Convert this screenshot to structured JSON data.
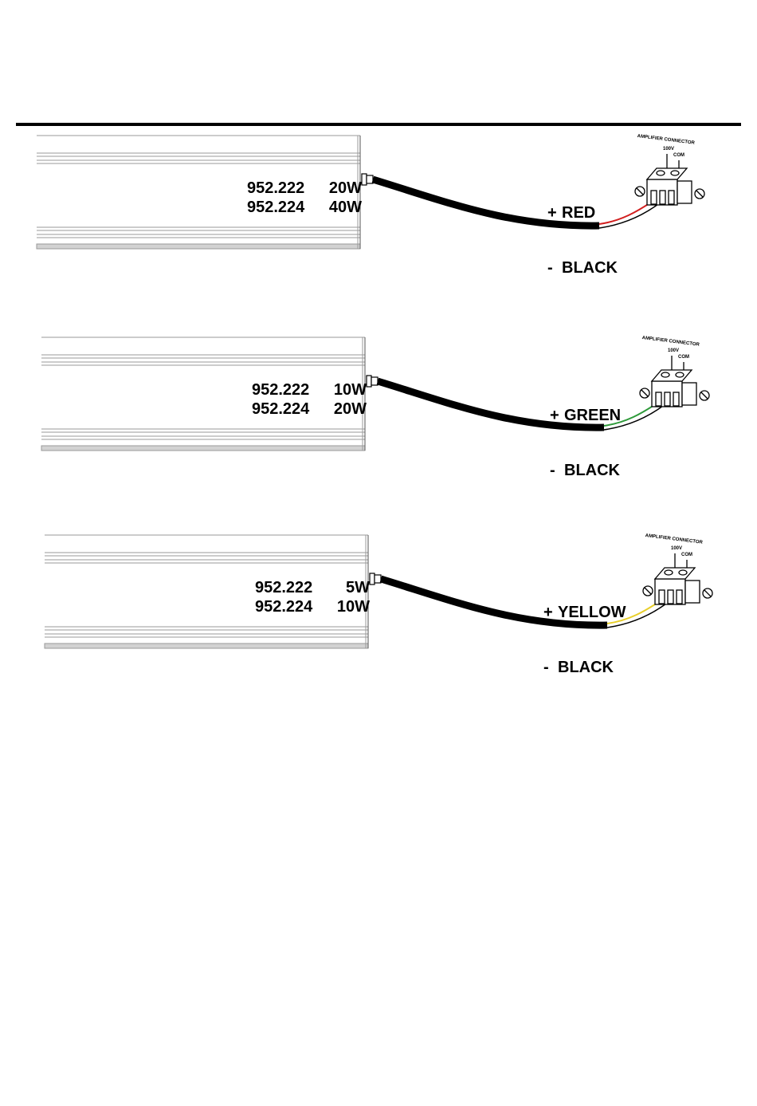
{
  "connector": {
    "title": "AMPLIFIER CONNECTOR",
    "pin_100v": "100V",
    "pin_com": "COM"
  },
  "panels": [
    {
      "models": [
        {
          "code": "952.222",
          "watt": "20W"
        },
        {
          "code": "952.224",
          "watt": "40W"
        }
      ],
      "positive_label": "RED",
      "negative_label": "BLACK",
      "plus_sign": "+",
      "minus_sign": "-",
      "positive_color": "#d21f1f"
    },
    {
      "models": [
        {
          "code": "952.222",
          "watt": "10W"
        },
        {
          "code": "952.224",
          "watt": "20W"
        }
      ],
      "positive_label": "GREEN",
      "negative_label": "BLACK",
      "plus_sign": "+",
      "minus_sign": "-",
      "positive_color": "#2e9a3a"
    },
    {
      "models": [
        {
          "code": "952.222",
          "watt": "5W"
        },
        {
          "code": "952.224",
          "watt": "10W"
        }
      ],
      "positive_label": "YELLOW",
      "negative_label": "BLACK",
      "plus_sign": "+",
      "minus_sign": "-",
      "positive_color": "#e8cf2a"
    }
  ]
}
